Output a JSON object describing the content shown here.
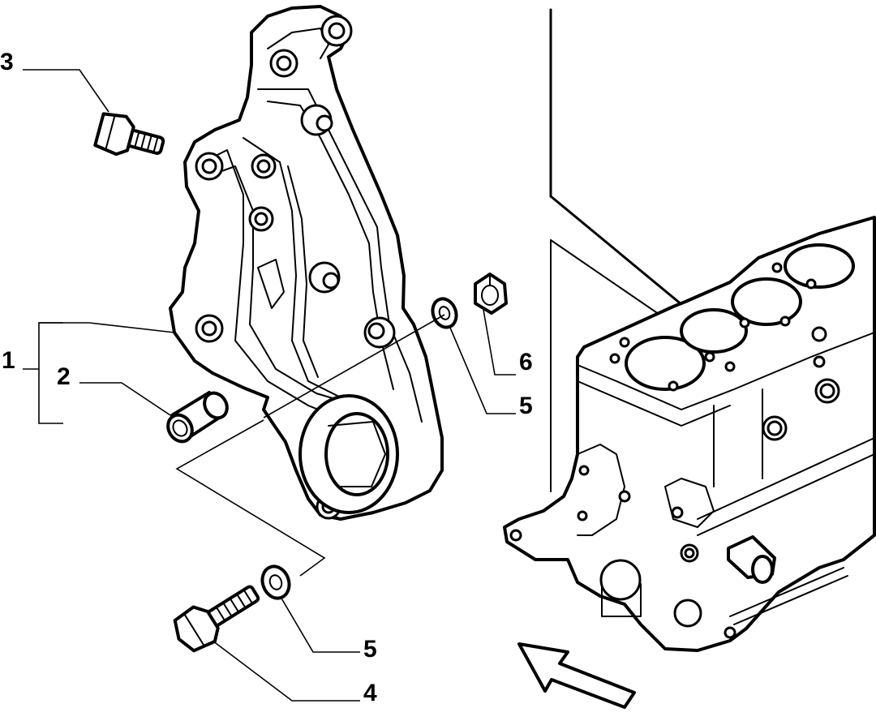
{
  "diagram": {
    "callouts": [
      {
        "id": "c1",
        "label": "1"
      },
      {
        "id": "c2",
        "label": "2"
      },
      {
        "id": "c3",
        "label": "3"
      },
      {
        "id": "c4",
        "label": "4"
      },
      {
        "id": "c5a",
        "label": "5"
      },
      {
        "id": "c5b",
        "label": "5"
      },
      {
        "id": "c6",
        "label": "6"
      }
    ],
    "colors": {
      "line": "#000000",
      "background": "#ffffff"
    },
    "icons": [
      "direction-arrow-icon"
    ]
  }
}
